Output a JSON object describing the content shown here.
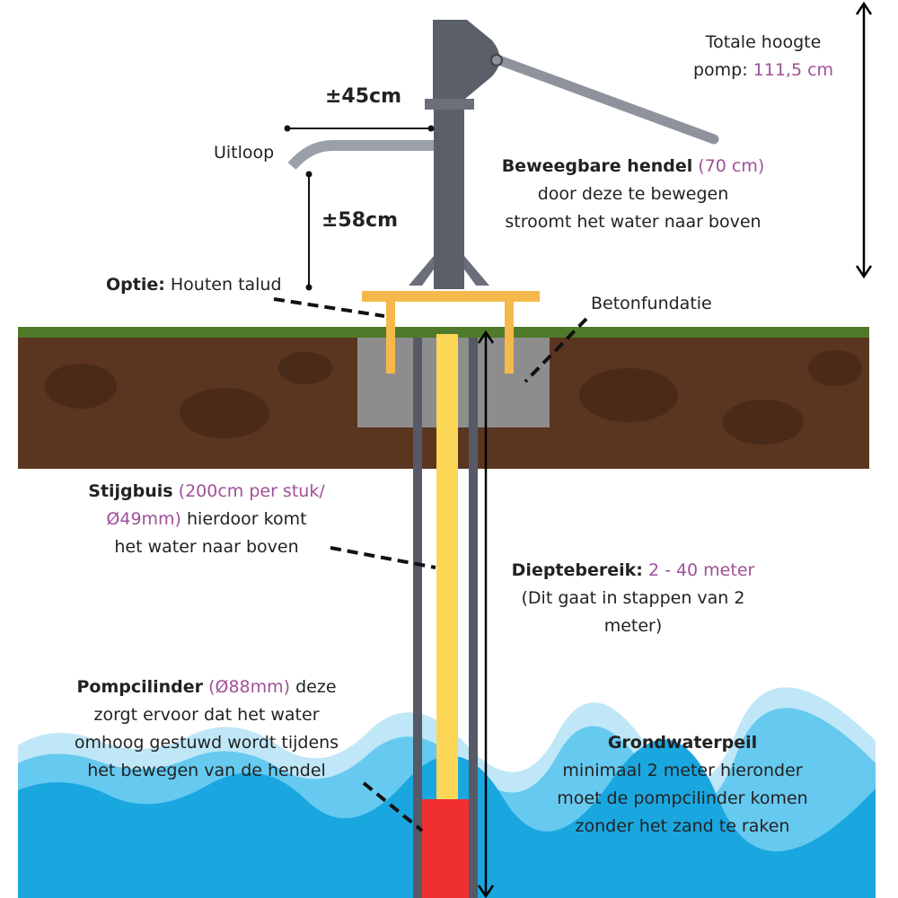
{
  "labels": {
    "total_height": {
      "line1": "Totale hoogte",
      "line2_prefix": "pomp: ",
      "value": "111,5 cm"
    },
    "width_dim": "±45cm",
    "height_dim": "±58cm",
    "spout": "Uitloop",
    "handle": {
      "title": "Beweegbare hendel",
      "value": "(70 cm)",
      "line2": "door deze te bewegen",
      "line3": "stroomt het water naar boven"
    },
    "option": {
      "title": "Optie:",
      "text": "Houten talud"
    },
    "foundation": "Betonfundatie",
    "riser": {
      "title": "Stijgbuis",
      "value1": "(200cm per stuk/",
      "value2": "Ø49mm)",
      "line2_suffix": " hierdoor komt",
      "line3": "het water naar boven"
    },
    "depth": {
      "title": "Dieptebereik:",
      "value": "2 - 40 meter",
      "line2": "(Dit gaat in stappen van 2",
      "line3": "meter)"
    },
    "cylinder": {
      "title": "Pompcilinder",
      "value": "(Ø88mm)",
      "line1_suffix": " deze",
      "line2": "zorgt ervoor dat het water",
      "line3": "omhoog gestuwd wordt tijdens",
      "line4": "het bewegen van de hendel"
    },
    "groundwater": {
      "title": "Grondwaterpeil",
      "line2": "minimaal 2 meter hieronder",
      "line3": "moet de pompcilinder komen",
      "line4": "zonder het zand te raken"
    }
  },
  "colors": {
    "accent": "#a0509a",
    "water": "#1aa7e0",
    "soil": "#5a3520",
    "riser": "#fcd757",
    "cylinder": "#f03030",
    "wood": "#f5b84a"
  }
}
